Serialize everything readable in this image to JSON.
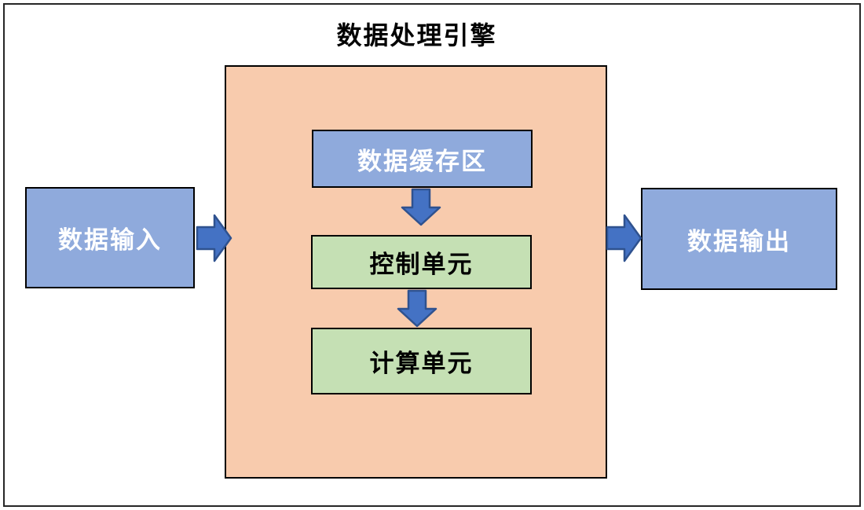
{
  "title": "数据处理引擎",
  "nodes": {
    "input": {
      "label": "数据输入"
    },
    "output": {
      "label": "数据输出"
    },
    "buffer": {
      "label": "数据缓存区"
    },
    "control": {
      "label": "控制单元"
    },
    "compute": {
      "label": "计算单元"
    }
  },
  "arrows": [
    {
      "from": "数据输入",
      "to": "数据处理引擎",
      "direction": "right"
    },
    {
      "from": "数据缓存区",
      "to": "控制单元",
      "direction": "down"
    },
    {
      "from": "控制单元",
      "to": "计算单元",
      "direction": "down"
    },
    {
      "from": "数据处理引擎",
      "to": "数据输出",
      "direction": "right"
    }
  ],
  "colors": {
    "node_blue": "#8FAADC",
    "node_green": "#C5E0B4",
    "container_orange": "#F8CBAD",
    "arrow_fill": "#4472C4",
    "arrow_stroke": "#2F528F",
    "border_black": "#000000",
    "frame_border": "#262626"
  }
}
